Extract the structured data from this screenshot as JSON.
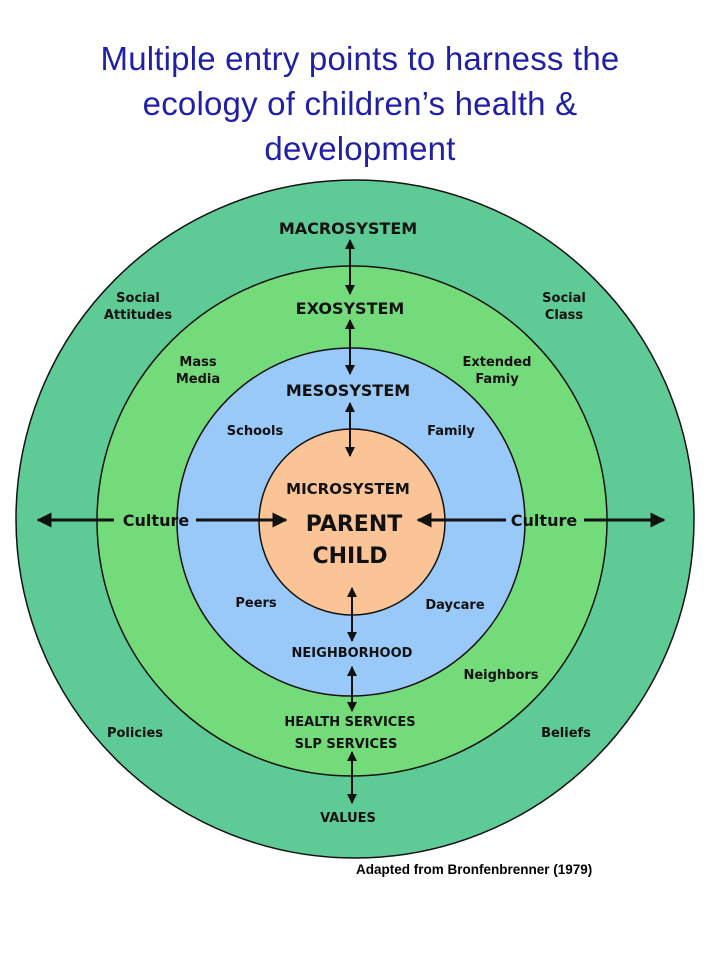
{
  "title": {
    "line1": "Multiple entry points to harness the",
    "line2": "ecology of children’s health &",
    "line3": "development"
  },
  "colors": {
    "title": "#1f1fa8",
    "outer_ring": "#5ecb96",
    "middle_ring": "#74db7a",
    "inner_ring": "#99c9f8",
    "core": "#fbc496",
    "stroke": "#111111"
  },
  "layers": {
    "macro": {
      "label": "MACROSYSTEM",
      "items": [
        "Social Attitudes",
        "Social Class",
        "Policies",
        "Beliefs"
      ],
      "bottom": "VALUES"
    },
    "exo": {
      "label": "EXOSYSTEM",
      "items": [
        "Mass Media",
        "Extended Famiy",
        "Neighbors"
      ],
      "bottom_line1": "HEALTH SERVICES",
      "bottom_line2": "SLP SERVICES"
    },
    "meso": {
      "label": "MESOSYSTEM",
      "items": [
        "Schools",
        "Family",
        "Peers",
        "Daycare"
      ],
      "bottom": "NEIGHBORHOOD"
    },
    "micro": {
      "label": "MICROSYSTEM",
      "line1": "PARENT",
      "line2": "CHILD"
    },
    "culture_left": "Culture",
    "culture_right": "Culture"
  },
  "credit": "Adapted from Bronfenbrenner (1979)"
}
